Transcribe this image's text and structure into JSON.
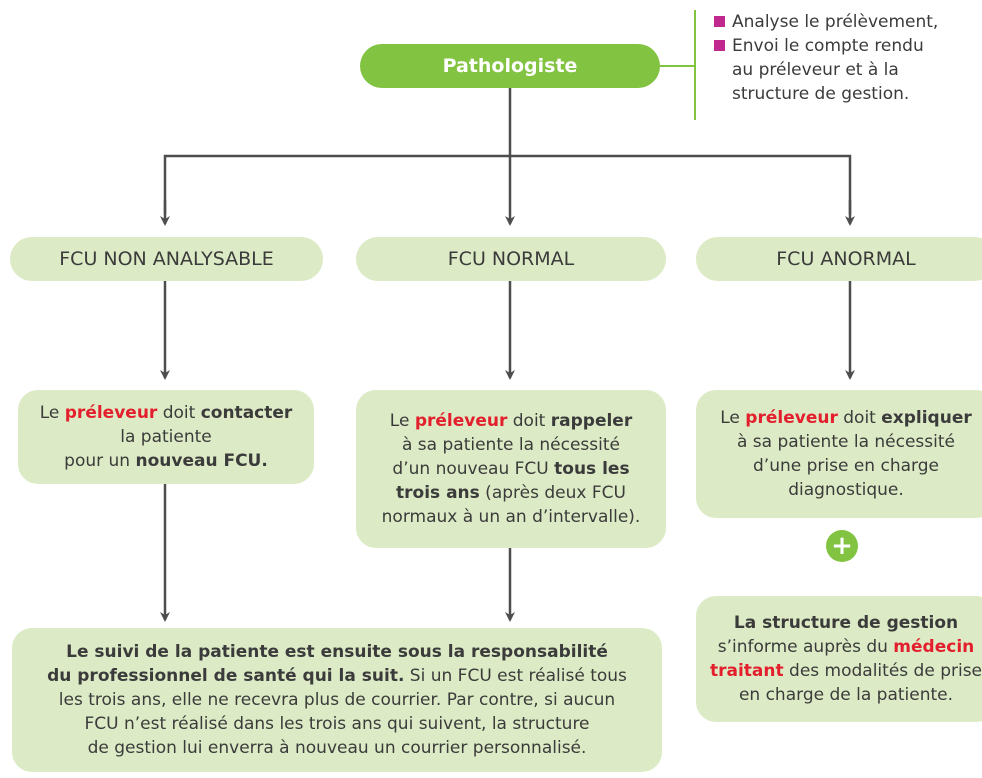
{
  "colors": {
    "accent_green": "#82c341",
    "box_fill": "#dcebc5",
    "highlight_red": "#e31f2d",
    "bullet_magenta": "#c0288d",
    "arrow_gray": "#4d4d4d"
  },
  "root": {
    "label": "Pathologiste"
  },
  "note": {
    "items": [
      {
        "lines": [
          "Analyse le prélèvement,"
        ]
      },
      {
        "lines": [
          "Envoi le compte rendu",
          "au préleveur et à la",
          "structure de gestion."
        ]
      }
    ]
  },
  "categories": {
    "non_analysable": "FCU NON ANALYSABLE",
    "normal": "FCU NORMAL",
    "anormal": "FCU  ANORMAL"
  },
  "boxes": {
    "non_analysable": {
      "l1": [
        "Le ",
        "préleveur",
        " doit ",
        "contacter"
      ],
      "l2": "la patiente",
      "l3": [
        "pour un ",
        "nouveau FCU."
      ]
    },
    "normal": {
      "l1": [
        "Le ",
        "préleveur",
        " doit ",
        "rappeler"
      ],
      "l2": "à sa patiente la nécessité",
      "l3": [
        "d’un nouveau FCU ",
        "tous les"
      ],
      "l4": [
        "trois ans",
        " (après deux FCU"
      ],
      "l5": "normaux à un an d’intervalle)."
    },
    "anormal": {
      "l1": [
        "Le ",
        "préleveur",
        " doit ",
        "expliquer"
      ],
      "l2": "à sa patiente la nécessité",
      "l3": "d’une prise en charge",
      "l4": "diagnostique."
    },
    "suivi": {
      "l1": "Le suivi de la patiente est ensuite sous la responsabilité",
      "l2": [
        "du professionnel de santé qui la suit.",
        " Si un FCU est réalisé tous"
      ],
      "l3": "les trois ans, elle ne recevra plus de courrier. Par contre, si aucun",
      "l4": "FCU  n’est réalisé dans les trois ans qui suivent, la structure",
      "l5": "de gestion lui enverra à nouveau un courrier personnalisé."
    },
    "gestion": {
      "l1": "La structure de gestion",
      "l2": [
        "s’informe auprès du ",
        "médecin"
      ],
      "l3": [
        "traitant",
        " des modalités de prise"
      ],
      "l4": "en charge de la patiente."
    }
  },
  "plus_symbol": "+"
}
